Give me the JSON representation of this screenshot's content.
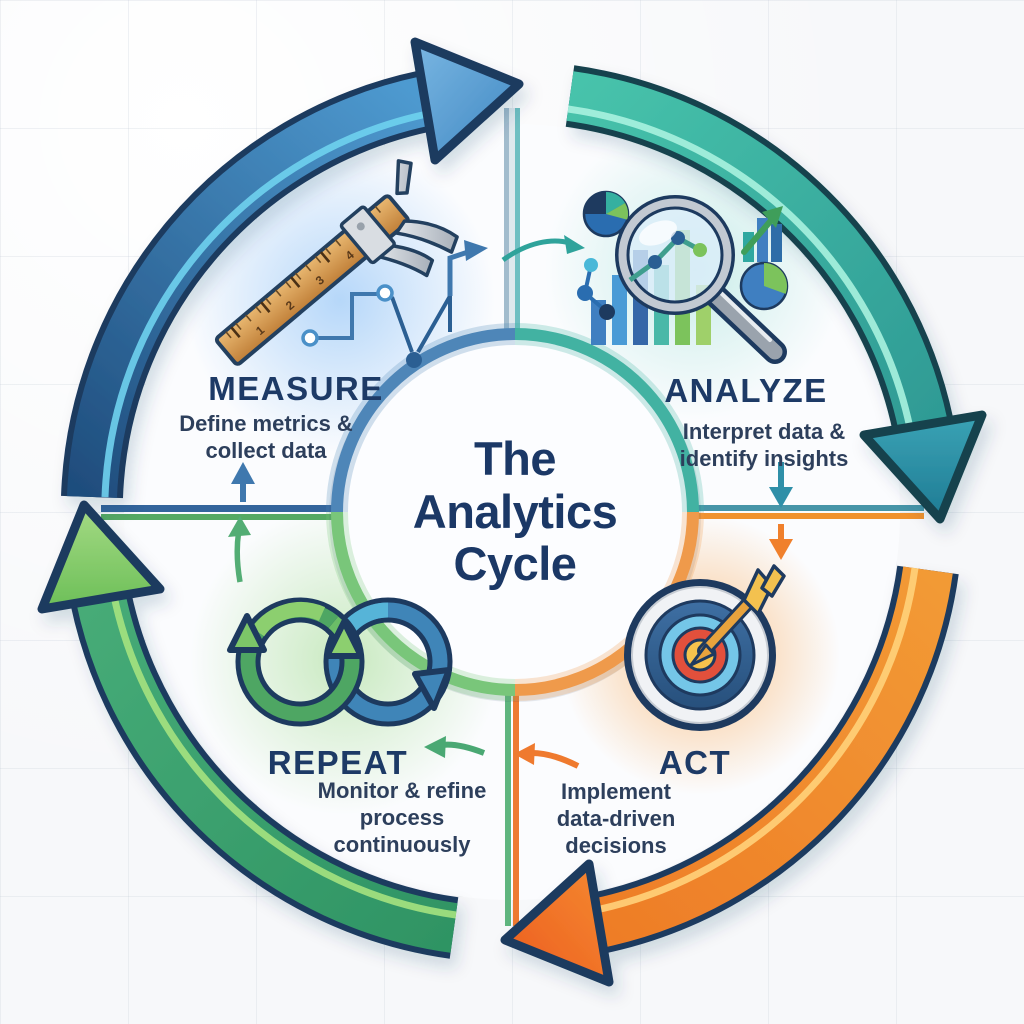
{
  "title": "The Analytics Cycle",
  "cycle_direction": "clockwise",
  "quadrants": [
    {
      "name": "MEASURE",
      "description": "Define metrics & collect data",
      "icon": "caliper-ruler-icon",
      "accent_color": "#3f86bc",
      "position": "top-left"
    },
    {
      "name": "ANALYZE",
      "description": "Interpret data & identify insights",
      "icon": "magnifier-charts-icon",
      "accent_color": "#3ab5a0",
      "position": "top-right"
    },
    {
      "name": "ACT",
      "description": "Implement data-driven decisions",
      "icon": "target-arrow-icon",
      "accent_color": "#f0862e",
      "position": "bottom-right"
    },
    {
      "name": "REPEAT",
      "description": "Monitor & refine process continuously",
      "icon": "loop-arrows-icon",
      "accent_color": "#4aa873",
      "position": "bottom-left"
    }
  ],
  "measure_icon": {
    "ruler_marks": [
      "1",
      "2",
      "3",
      "4"
    ]
  },
  "colors": {
    "navy_text": "#1b3866",
    "desc_text": "#2d3f5c",
    "arc_blue": "#3f86bc",
    "arc_teal": "#3ab5a0",
    "arc_orange": "#f0862e",
    "arc_green": "#2f9464",
    "arrow_blue": "#5598cf",
    "arrow_teal": "#2b8aa2",
    "arrow_orange": "#ee6223",
    "arrow_green": "#7ec368",
    "background": "#f7f8fa"
  }
}
